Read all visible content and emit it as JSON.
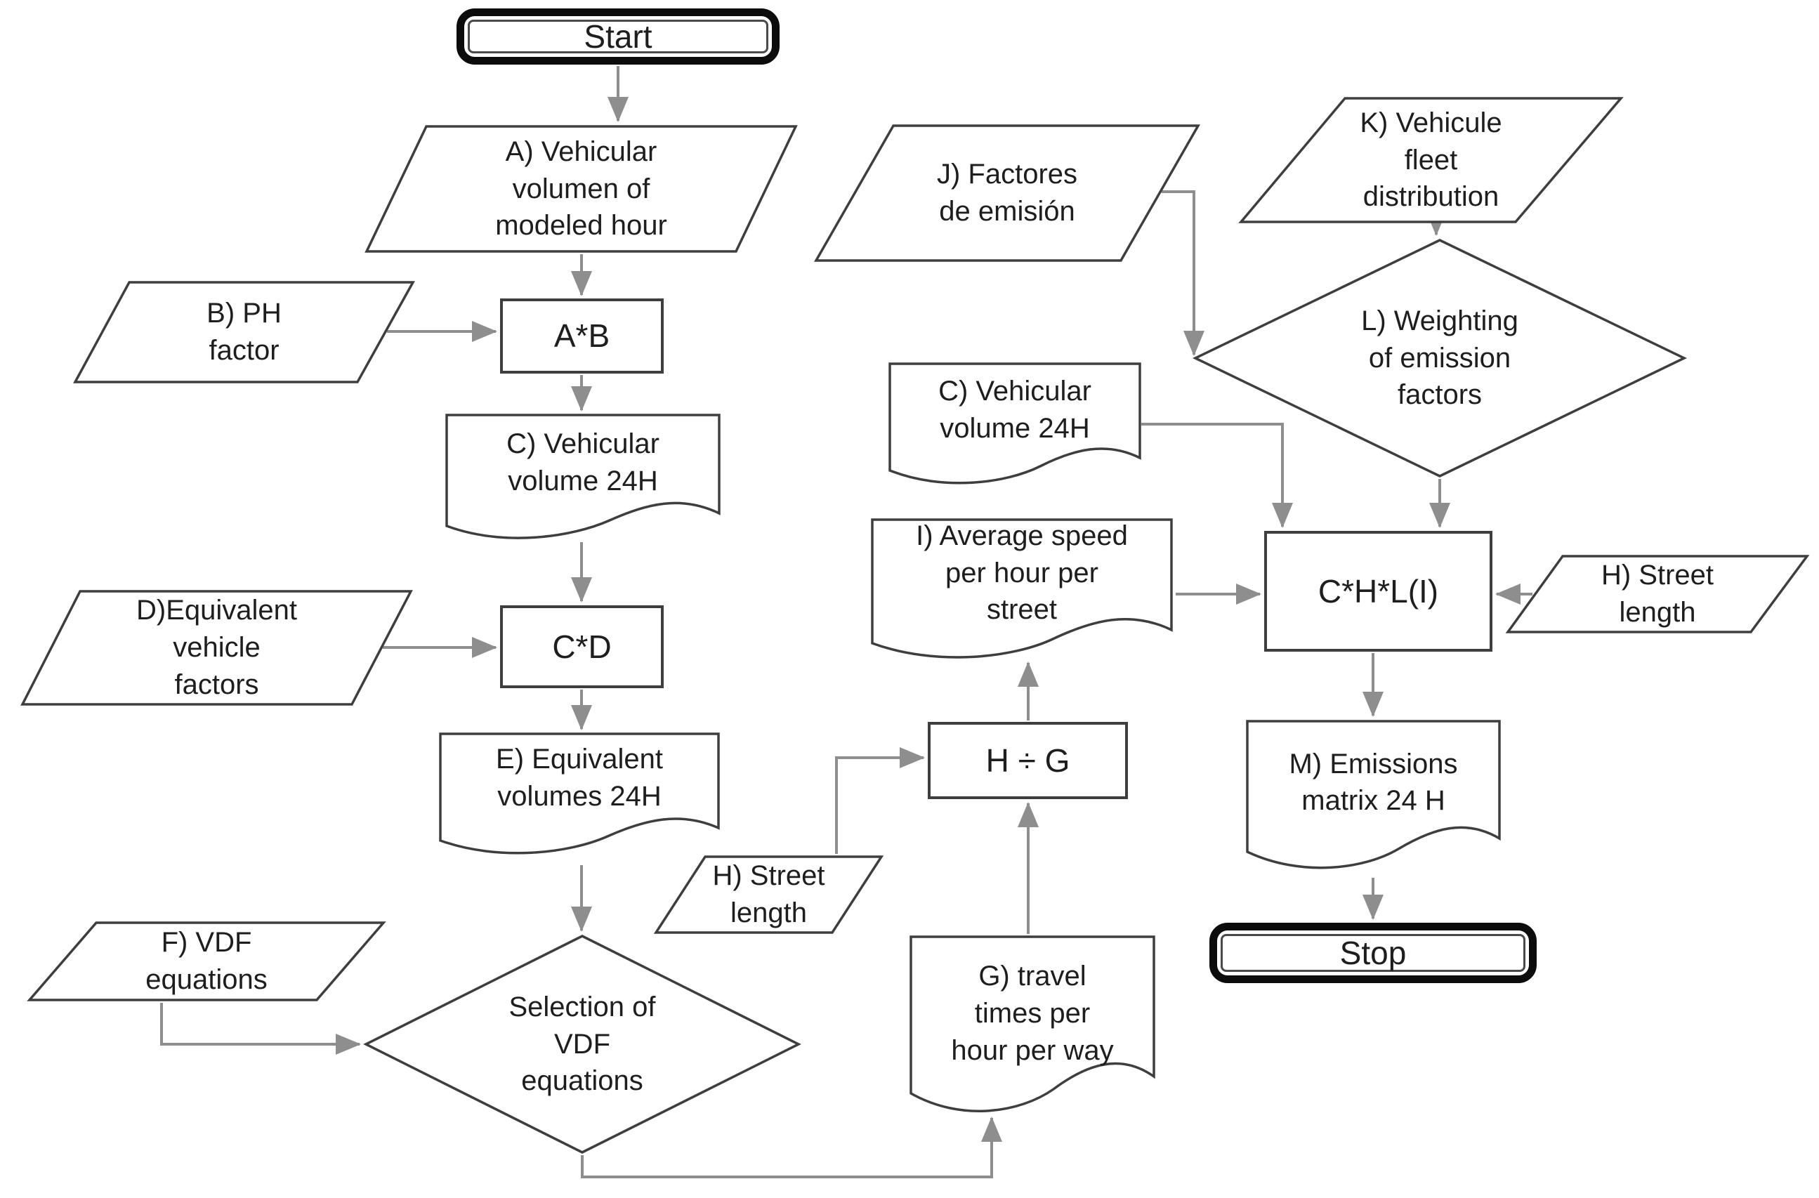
{
  "diagram": {
    "kind": "flowchart",
    "colors": {
      "background": "#ffffff",
      "shape_stroke": "#3e3e3e",
      "terminator_border": "#0c0c0c",
      "connector": "#8e8e8e",
      "text": "#1e1e1e"
    },
    "nodes": {
      "start": {
        "type": "terminator",
        "label": "Start"
      },
      "a": {
        "type": "parallelogram",
        "lines": [
          "A) Vehicular",
          "volumen of",
          "modeled hour"
        ]
      },
      "b": {
        "type": "parallelogram",
        "lines": [
          "B) PH",
          "factor"
        ]
      },
      "ab": {
        "type": "process",
        "label": "A*B"
      },
      "c": {
        "type": "document",
        "lines": [
          "C) Vehicular",
          "volume 24H"
        ]
      },
      "d": {
        "type": "parallelogram",
        "lines": [
          "D)Equivalent",
          "vehicle",
          "factors"
        ]
      },
      "cd": {
        "type": "process",
        "label": "C*D"
      },
      "e": {
        "type": "document",
        "lines": [
          "E) Equivalent",
          "volumes 24H"
        ]
      },
      "f": {
        "type": "parallelogram",
        "lines": [
          "F) VDF",
          "equations"
        ]
      },
      "selection": {
        "type": "decision",
        "lines": [
          "Selection of",
          "VDF",
          "equations"
        ]
      },
      "h_street_mid": {
        "type": "parallelogram",
        "lines": [
          "H) Street",
          "length"
        ]
      },
      "hg": {
        "type": "process",
        "label": "H ÷ G"
      },
      "g": {
        "type": "document",
        "lines": [
          "G) travel",
          "times per",
          "hour per way"
        ]
      },
      "i": {
        "type": "document",
        "lines": [
          "I) Average speed",
          "per hour per",
          "street"
        ]
      },
      "c2": {
        "type": "document",
        "lines": [
          "C) Vehicular",
          "volume 24H"
        ]
      },
      "j": {
        "type": "parallelogram",
        "lines": [
          "J) Factores",
          "de emisión"
        ]
      },
      "k": {
        "type": "parallelogram",
        "lines": [
          "K) Vehicule",
          "fleet",
          "distribution"
        ]
      },
      "l": {
        "type": "decision",
        "lines": [
          "L) Weighting",
          "of emission",
          "factors"
        ]
      },
      "chl": {
        "type": "process",
        "label": "C*H*L(I)"
      },
      "h_street_right": {
        "type": "parallelogram",
        "lines": [
          "H) Street",
          "length"
        ]
      },
      "m": {
        "type": "document",
        "lines": [
          "M) Emissions",
          "matrix 24 H"
        ]
      },
      "stop": {
        "type": "terminator",
        "label": "Stop"
      }
    },
    "edges": [
      "start->a",
      "a->ab",
      "b->ab",
      "ab->c",
      "c->cd",
      "d->cd",
      "cd->e",
      "e->selection",
      "f->selection",
      "selection->g",
      "g->hg",
      "h_street_mid->hg",
      "hg->i",
      "i->chl",
      "c2->chl",
      "j->l",
      "k->l",
      "l->chl",
      "h_street_right->chl",
      "chl->m",
      "m->stop"
    ]
  }
}
